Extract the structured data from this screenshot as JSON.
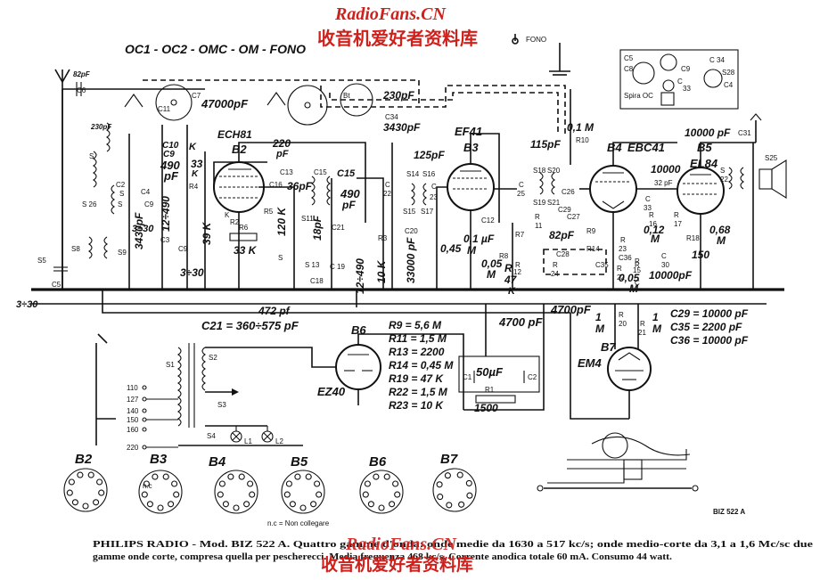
{
  "watermark": {
    "brand": "RadioFans.CN",
    "subtitle": "收音机爱好者资料库"
  },
  "switch_positions": "OC1 - OC2 - OMC - OM - FONO",
  "fono_label": "FONO",
  "spira_label": "Spira OC",
  "tubes": [
    {
      "ref": "B2",
      "type": "ECH81"
    },
    {
      "ref": "B3",
      "type": "EF41"
    },
    {
      "ref": "B4",
      "type": "EBC41"
    },
    {
      "ref": "B5",
      "type": "EL84"
    },
    {
      "ref": "B6",
      "type": "EZ40"
    },
    {
      "ref": "B7",
      "type": "EM4"
    }
  ],
  "capacitor_labels": [
    "82pF",
    "230pF",
    "47000pF",
    "230pF",
    "3430pF",
    "3430pF",
    "490pF",
    "12÷490",
    "3÷30",
    "3÷30",
    "220pF",
    "36pF",
    "490pF",
    "18pF",
    "12÷490",
    "33000pF",
    "125pF",
    "115pF",
    "82pF",
    "0,1µF",
    "10000pF",
    "10000pF",
    "10000",
    "4700pF",
    "4700pF",
    "472pF",
    "50µF"
  ],
  "resistor_labels": [
    "33K",
    "39K",
    "120K",
    "0,1M",
    "0,45M",
    "0,05M",
    "47K",
    "0,05M",
    "0,12M",
    "0,68M",
    "150",
    "1M",
    "1M",
    "1500"
  ],
  "tube_ref_labels": [
    "B2",
    "B3",
    "B4",
    "B5",
    "B6",
    "B7",
    "EM4",
    "EZ40"
  ],
  "c21_note": "C21 = 360÷575 pF",
  "resistor_table": [
    "R9 = 5,6 M",
    "R11 = 1,5 M",
    "R13 = 2200",
    "R14 = 0,45 M",
    "R19 = 47 K",
    "R22 = 1,5 M",
    "R23 = 10 K"
  ],
  "capacitor_table": [
    "C29 = 10000 pF",
    "C35 = 2200 pF",
    "C36 = 10000 pF"
  ],
  "mains_voltages": [
    "110",
    "127",
    "140",
    "150",
    "160",
    "220"
  ],
  "switch_labels": [
    "S1",
    "S2",
    "S3",
    "S4",
    "S5",
    "L1",
    "L2",
    "C1",
    "C2",
    "R1"
  ],
  "socket_labels": [
    "B2",
    "B3",
    "B4",
    "B5",
    "B6",
    "B7"
  ],
  "socket_notes": [
    "n.c",
    "n.c = Non collegare"
  ],
  "model_code": "BIZ 522 A",
  "footer": {
    "line1": "PHILIPS RADIO - Mod. BIZ 522 A. Quattro gamme d'onda: onde medie da 1630 a 517 kc/s; onde medio-corte da 3,1 a 1,6 Mc/sc due",
    "line2": "gamme onde corte, compresa quella per pescherecci. Media frequenza 468 kc/s. Corrente anodica totale 60 mA. Consumo 44 watt."
  }
}
